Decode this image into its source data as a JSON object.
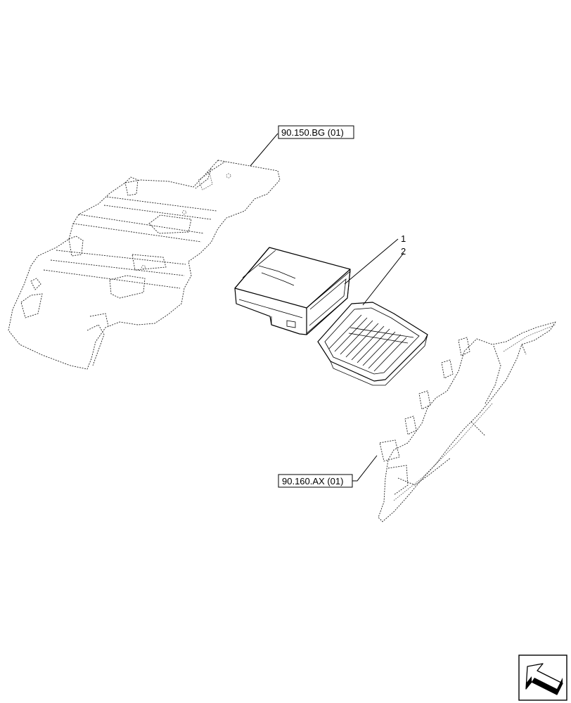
{
  "diagram": {
    "callouts": [
      {
        "id": "1",
        "label": "1"
      },
      {
        "id": "2",
        "label": "2"
      }
    ],
    "references": [
      {
        "id": "ref-top",
        "label": "90.150.BG (01)"
      },
      {
        "id": "ref-bottom",
        "label": "90.160.AX (01)"
      }
    ],
    "nav_icon": "arrow-navigation-icon"
  }
}
